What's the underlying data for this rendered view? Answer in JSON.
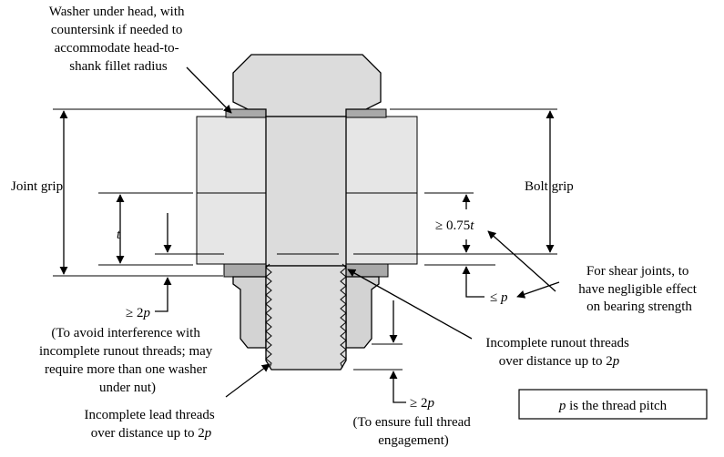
{
  "labels": {
    "washer_note": [
      "Washer under head, with",
      "countersink if needed to",
      "accommodate head-to-",
      "shank fillet radius"
    ],
    "joint_grip": "Joint grip",
    "bolt_grip": "Bolt grip",
    "t_label": "t",
    "ge_075t_prefix": "≥ 0.75",
    "ge_075t_var": "t",
    "le_p_prefix": "≤ ",
    "le_p_var": "p",
    "shear_note": [
      "For shear joints, to",
      "have negligible effect",
      "on bearing strength"
    ],
    "ge_2p_left_prefix": "≥ 2",
    "ge_2p_left_var": "p",
    "avoid_note": [
      "(To avoid interference with",
      "incomplete runout threads; may",
      "require more than one washer",
      "under nut)"
    ],
    "runout_note_line1": "Incomplete runout threads",
    "runout_note_line2_prefix": "over distance up to 2",
    "runout_note_line2_var": "p",
    "lead_note_line1": "Incomplete lead threads",
    "lead_note_line2_prefix": "over distance up to 2",
    "lead_note_line2_var": "p",
    "ge_2p_bottom_prefix": "≥ 2",
    "ge_2p_bottom_var": "p",
    "engage_note": [
      "(To ensure full thread",
      "engagement)"
    ],
    "pitch_box_var": "p",
    "pitch_box_text": " is the thread pitch"
  },
  "colors": {
    "bolt_fill": "#dcdcdc",
    "plate_fill": "#e6e6e6",
    "washer_fill": "#a9a9a9",
    "nut_fill": "#d3d3d3"
  }
}
